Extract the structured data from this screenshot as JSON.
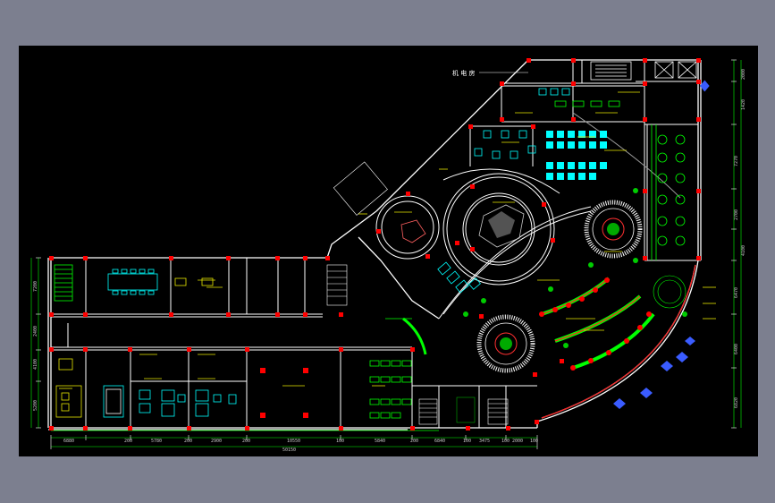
{
  "labels": {
    "machine_room": "机 电 房"
  },
  "dims": {
    "bottom_segments": [
      "6880",
      "200",
      "5780",
      "200",
      "2900",
      "200",
      "10550",
      "100",
      "5840",
      "200",
      "6840",
      "100",
      "3475",
      "100",
      "2000",
      "100"
    ],
    "bottom_total": "50150",
    "left": [
      "7200",
      "2400",
      "4100",
      "5200"
    ],
    "right": [
      "2000",
      "1420",
      "7270",
      "2700",
      "4100",
      "6470",
      "6400",
      "6820"
    ]
  },
  "colors": {
    "background": "#000000",
    "frame": "#7c7f8f",
    "wall": "#ffffff",
    "column": "#ff0000",
    "furniture_cyan": "#00ffff",
    "furniture_green": "#00ff00",
    "text_yellow": "#e6e600",
    "blue": "#3a5cff",
    "magenta": "#ff00ff"
  },
  "icons": {
    "column": "red-square",
    "tree": "green-circle",
    "table": "cyan-rect",
    "stair": "hatched-rect"
  }
}
